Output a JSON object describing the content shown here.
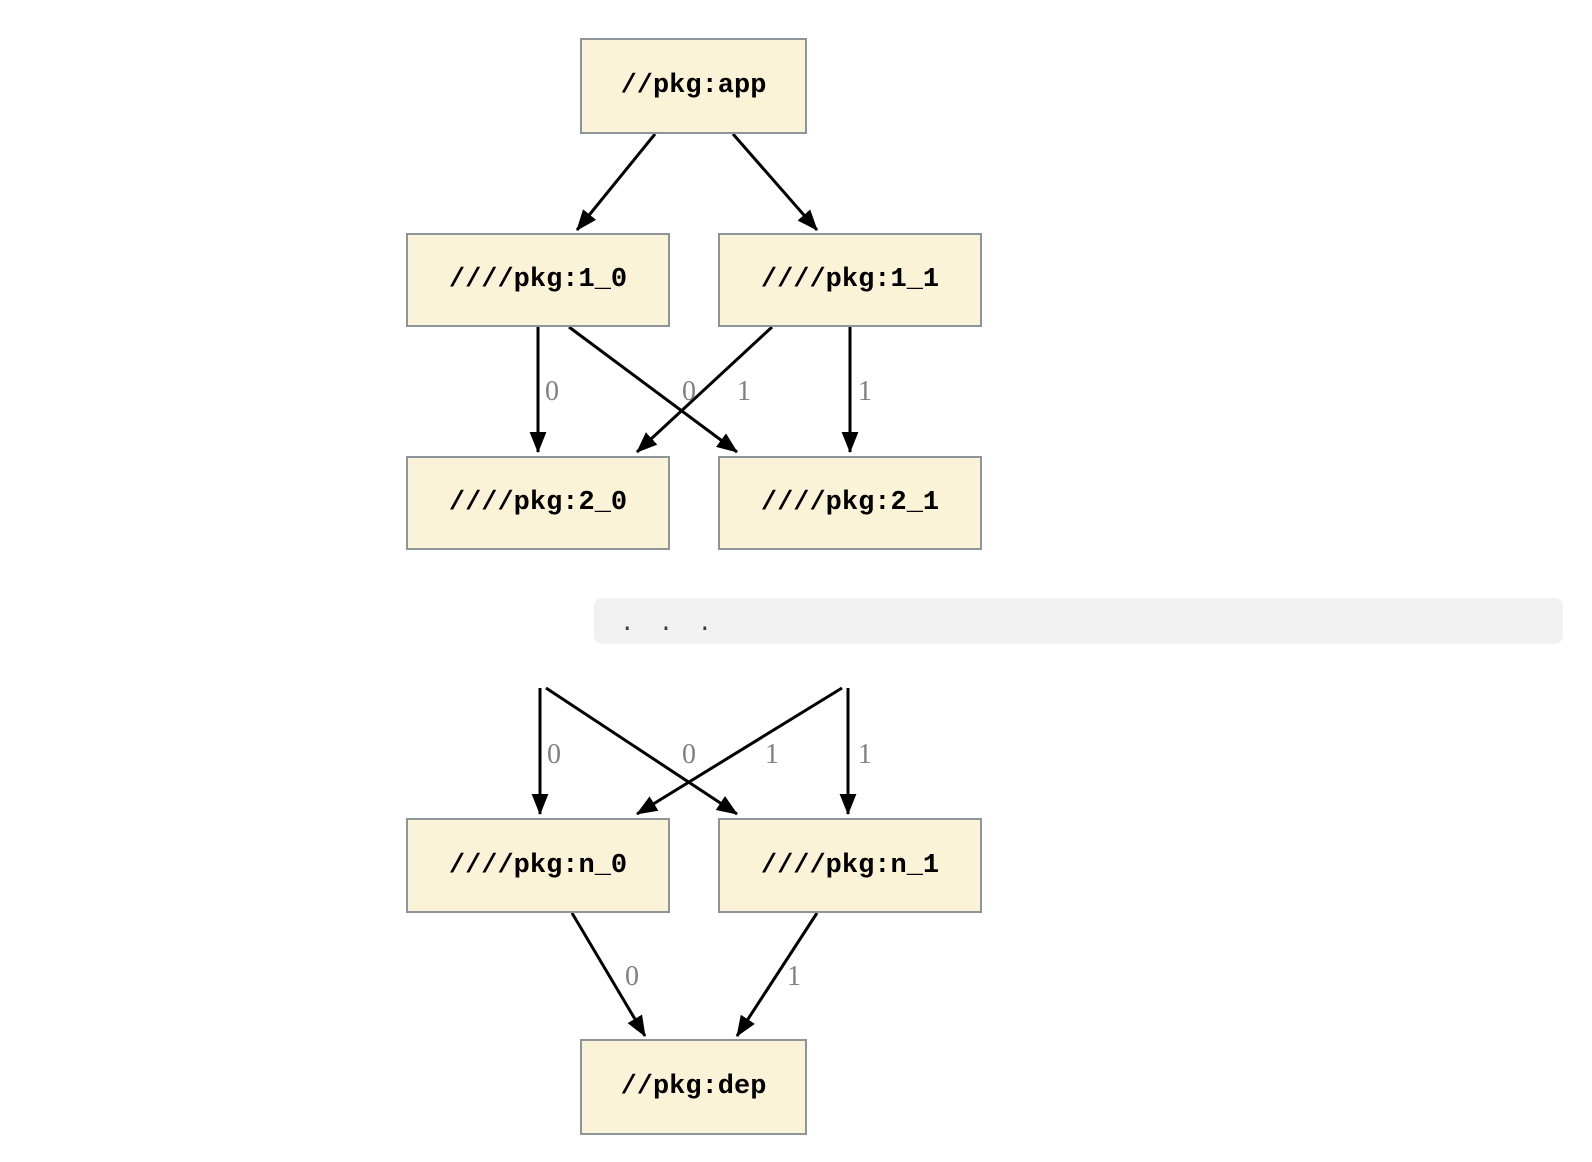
{
  "diagram": {
    "type": "dependency-graph",
    "nodes": [
      {
        "id": "app",
        "label": "//pkg:app"
      },
      {
        "id": "1_0",
        "label": "////pkg:1_0"
      },
      {
        "id": "1_1",
        "label": "////pkg:1_1"
      },
      {
        "id": "2_0",
        "label": "////pkg:2_0"
      },
      {
        "id": "2_1",
        "label": "////pkg:2_1"
      },
      {
        "id": "n_0",
        "label": "////pkg:n_0"
      },
      {
        "id": "n_1",
        "label": "////pkg:n_1"
      },
      {
        "id": "dep",
        "label": "//pkg:dep"
      }
    ],
    "edges": [
      {
        "from": "//pkg:app",
        "to": "////pkg:1_0",
        "label": ""
      },
      {
        "from": "//pkg:app",
        "to": "////pkg:1_1",
        "label": ""
      },
      {
        "from": "////pkg:1_0",
        "to": "////pkg:2_0",
        "label": "0"
      },
      {
        "from": "////pkg:1_0",
        "to": "////pkg:2_1",
        "label": "0"
      },
      {
        "from": "////pkg:1_1",
        "to": "////pkg:2_0",
        "label": "1"
      },
      {
        "from": "////pkg:1_1",
        "to": "////pkg:2_1",
        "label": "1"
      },
      {
        "from": ". . .",
        "to": "////pkg:n_0",
        "label": "0"
      },
      {
        "from": ". . .",
        "to": "////pkg:n_1",
        "label": "0"
      },
      {
        "from": ". . .",
        "to": "////pkg:n_0",
        "label": "1"
      },
      {
        "from": ". . .",
        "to": "////pkg:n_1",
        "label": "1"
      },
      {
        "from": "////pkg:n_0",
        "to": "//pkg:dep",
        "label": "0"
      },
      {
        "from": "////pkg:n_1",
        "to": "//pkg:dep",
        "label": "1"
      }
    ],
    "ellipsis": ". . ."
  },
  "colors": {
    "background": "#ffffff",
    "node_fill": "#fbf3d8",
    "node_border": "#8d959b",
    "node_text_color": "#000000",
    "edge_color": "#000000",
    "edge_label_color": "#808080",
    "ellipsis_bg": "#f1f1f1",
    "ellipsis_text": "#3a3a3a"
  }
}
